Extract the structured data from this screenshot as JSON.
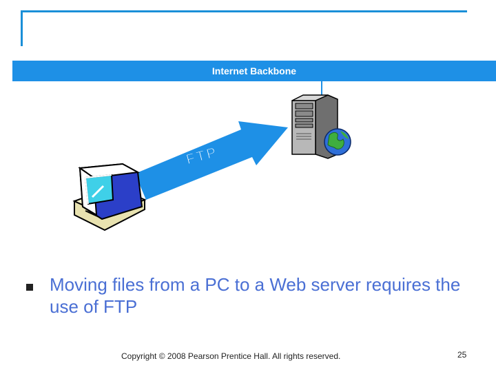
{
  "backbone": {
    "label": "Internet Backbone"
  },
  "diagram": {
    "protocol_label": "FTP"
  },
  "bullets": [
    {
      "text": "Moving files from a PC to a Web server requires the use of FTP"
    }
  ],
  "footer": {
    "copyright": "Copyright © 2008 Pearson Prentice Hall. All rights reserved.",
    "page_number": "25"
  },
  "colors": {
    "accent": "#1e90e6",
    "bullet_text": "#4a6fd4",
    "monitor_blue": "#2b3fc8",
    "screen_cyan": "#3fd0e8"
  }
}
